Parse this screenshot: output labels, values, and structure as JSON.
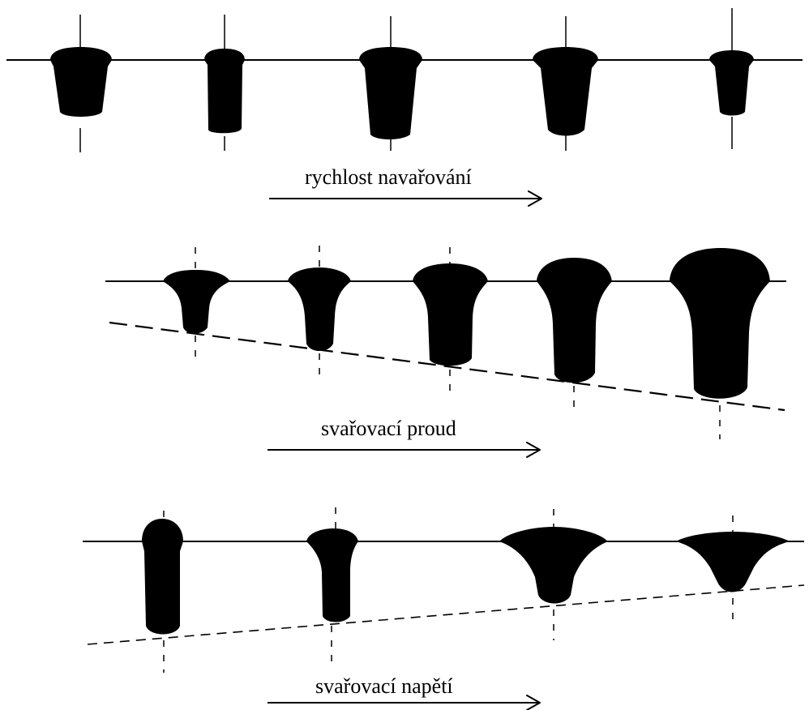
{
  "panels": [
    {
      "id": "speed",
      "label": "rychlost navařování"
    },
    {
      "id": "current",
      "label": "svařovací proud"
    },
    {
      "id": "voltage",
      "label": "svařovací napětí"
    }
  ],
  "colors": {
    "ink": "#000000",
    "background": "#ffffff"
  }
}
